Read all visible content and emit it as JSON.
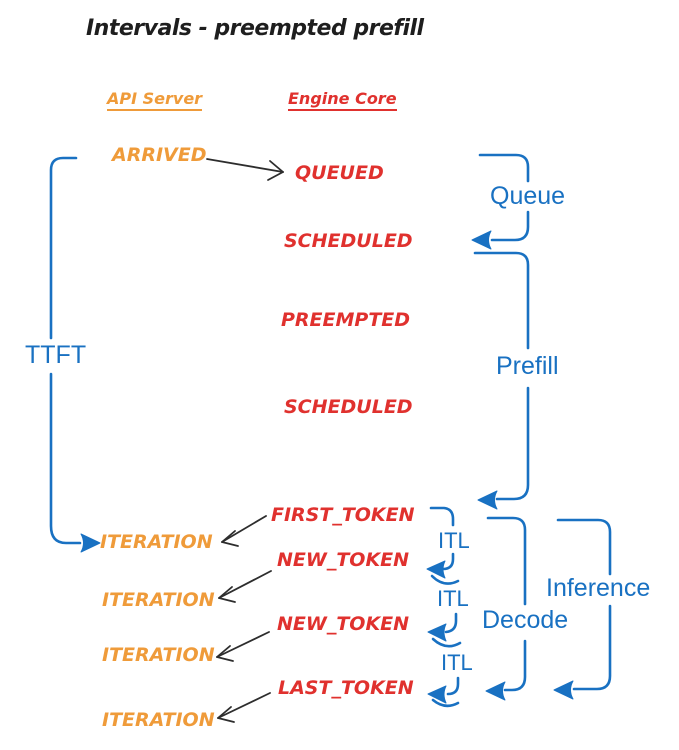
{
  "title": "Intervals - preempted prefill",
  "columns": {
    "api_server": "API Server",
    "engine_core": "Engine Core"
  },
  "api_events": [
    "ARRIVED",
    "ITERATION",
    "ITERATION",
    "ITERATION",
    "ITERATION"
  ],
  "engine_events": [
    "QUEUED",
    "SCHEDULED",
    "PREEMPTED",
    "SCHEDULED",
    "FIRST_TOKEN",
    "NEW_TOKEN",
    "NEW_TOKEN",
    "LAST_TOKEN"
  ],
  "intervals": {
    "ttft": "TTFT",
    "queue": "Queue",
    "prefill": "Prefill",
    "decode": "Decode",
    "inference": "Inference",
    "itl": [
      "ITL",
      "ITL",
      "ITL"
    ]
  },
  "colors": {
    "api_orange": "#ef9b3a",
    "engine_red": "#e0312e",
    "interval_blue": "#1971c2",
    "ink_black": "#1e1e1e",
    "background": "#ffffff"
  }
}
